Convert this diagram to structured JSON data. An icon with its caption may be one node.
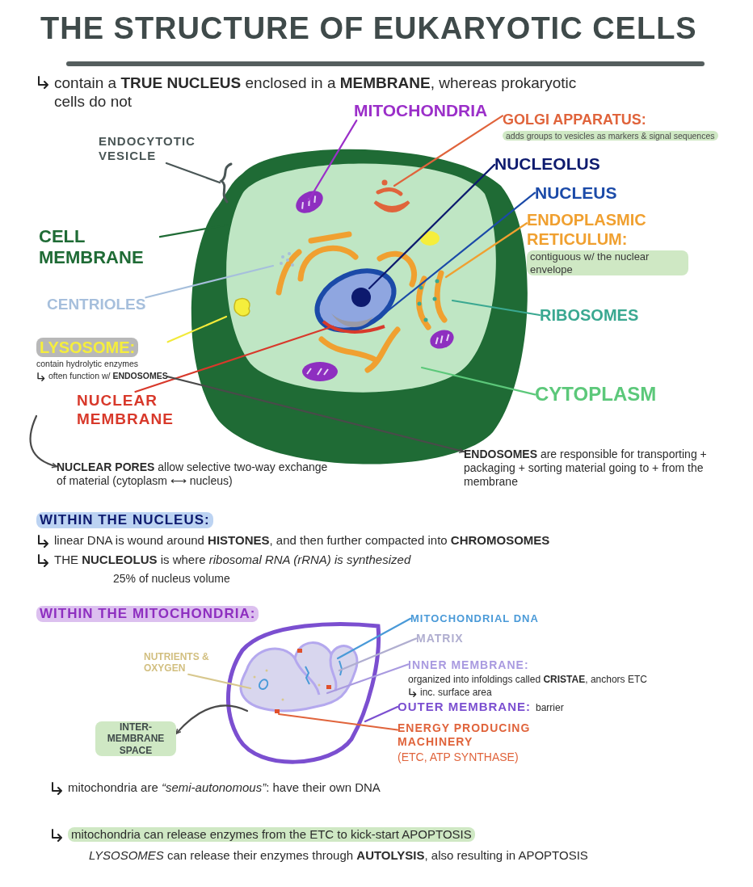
{
  "diagram": {
    "title": "THE STRUCTURE OF EUKARYOTIC CELLS",
    "nodes": [
      {
        "text": [
          "MITOCHONDRIA"
        ]
      },
      {
        "text": [
          "GOLGI APPARATUS:",
          "adds groups to vesicles as markers & signal sequences"
        ]
      },
      {
        "text": [
          "NUCLEOLUS"
        ]
      },
      {
        "text": [
          "NUCLEUS"
        ]
      },
      {
        "text": [
          "ENDOPLASMIC RETICULUM:",
          "contiguous w/ the nuclear envelope"
        ]
      },
      {
        "text": [
          "RIBOSOMES"
        ]
      },
      {
        "text": [
          "CYTOPLASM"
        ]
      },
      {
        "text": [
          "ENDOCYTOTIC VESICLE"
        ]
      },
      {
        "text": [
          "CELL MEMBRANE"
        ]
      },
      {
        "text": [
          "CENTRIOLES"
        ]
      },
      {
        "text": [
          "LYSOSOME:",
          "contain hydrolytic enzymes",
          "often function w/ **ENDOSOMES**"
        ]
      },
      {
        "text": [
          "NUCLEAR MEMBRANE"
        ]
      },
      {
        "text": [
          "**NUCLEAR PORES** allow selective two-way exchange of material (cytoplasm ⟷ nucleus)"
        ]
      },
      {
        "text": [
          "**ENDOSOMES** are responsible for transporting + packaging + sorting material going to + from the membrane"
        ]
      },
      {
        "text": [
          "MITOCHONDRIAL DNA"
        ]
      },
      {
        "text": [
          "MATRIX"
        ]
      },
      {
        "text": [
          "INNER MEMBRANE:",
          "organized into infoldings called **CRISTAE**, anchors ETC",
          "inc. surface area"
        ]
      },
      {
        "text": [
          "OUTER MEMBRANE:",
          "barrier"
        ]
      },
      {
        "text": [
          "ENERGY PRODUCING MACHINERY",
          "(ETC, ATP SYNTHASE)"
        ]
      },
      {
        "text": [
          "NUTRIENTS & OXYGEN"
        ]
      },
      {
        "text": [
          "INTER-MEMBRANE SPACE"
        ]
      }
    ],
    "edges": [
      {
        "from": 0,
        "to": null,
        "arrow": "none",
        "color": "#9b2fc9"
      },
      {
        "from": 1,
        "to": null,
        "arrow": "none",
        "color": "#e0643c"
      },
      {
        "from": 2,
        "to": null,
        "arrow": "none",
        "color": "#0d1a6e"
      },
      {
        "from": 3,
        "to": null,
        "arrow": "none",
        "color": "#1b4aa8"
      },
      {
        "from": 4,
        "to": null,
        "arrow": "none",
        "color": "#f0a030"
      },
      {
        "from": 5,
        "to": null,
        "arrow": "none",
        "color": "#3aa891"
      },
      {
        "from": 6,
        "to": null,
        "arrow": "none",
        "color": "#5cc87a"
      },
      {
        "from": 7,
        "to": null,
        "arrow": "none",
        "color": "#4a5656"
      },
      {
        "from": 8,
        "to": null,
        "arrow": "none",
        "color": "#1f6b35"
      },
      {
        "from": 9,
        "to": null,
        "arrow": "none",
        "color": "#a6bfdc"
      },
      {
        "from": 10,
        "to": null,
        "arrow": "none",
        "color": "#f2ea3a"
      },
      {
        "from": 11,
        "to": null,
        "arrow": "none",
        "color": "#d8392b"
      },
      {
        "from": null,
        "to": 12,
        "arrow": "to"
      },
      {
        "from": 10,
        "to": 13,
        "arrow": "to"
      },
      {
        "from": 14,
        "to": null,
        "arrow": "none",
        "color": "#4a9ad8"
      },
      {
        "from": 15,
        "to": null,
        "arrow": "none",
        "color": "#b0aed0"
      },
      {
        "from": 16,
        "to": null,
        "arrow": "none",
        "color": "#a99ae0"
      },
      {
        "from": 17,
        "to": null,
        "arrow": "none",
        "color": "#7b4fd0"
      },
      {
        "from": 18,
        "to": null,
        "arrow": "none",
        "color": "#e0643c"
      },
      {
        "from": 19,
        "to": null,
        "arrow": "none",
        "color": "#d8c88e"
      },
      {
        "from": null,
        "to": 20,
        "arrow": "to"
      }
    ],
    "labels": [
      "contain a **TRUE NUCLEUS** enclosed in a **MEMBRANE**, whereas prokaryotic cells do not",
      "WITHIN THE NUCLEUS:",
      "linear DNA is wound around **HISTONES**, and then further compacted into **CHROMOSOMES**",
      "THE **NUCLEOLUS** is where *ribosomal RNA (rRNA) is synthesized*",
      "25% of nucleus volume",
      "WITHIN THE MITOCHONDRIA:",
      "mitochondria are *“semi-autonomous”*: have their own DNA",
      "mitochondria can release enzymes from the ETC to kick-start APOPTOSIS",
      "*LYSOSOMES* can release their enzymes through **AUTOLYSIS**, also resulting in APOPTOSIS"
    ]
  }
}
